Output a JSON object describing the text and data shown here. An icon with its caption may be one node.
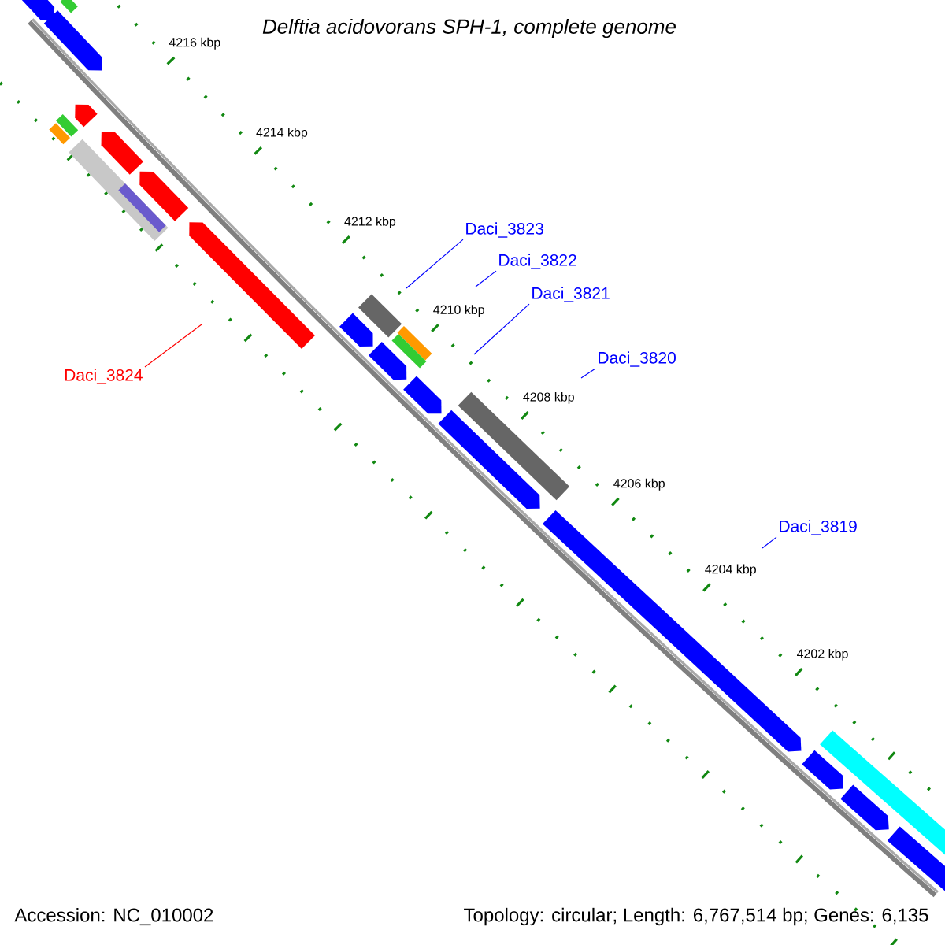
{
  "diagram": {
    "title": "Delftia acidovorans SPH-1, complete genome",
    "nodes": [
      {
        "text": [
          "Daci_3823"
        ]
      },
      {
        "text": [
          "Daci_3822"
        ]
      },
      {
        "text": [
          "Daci_3821"
        ]
      },
      {
        "text": [
          "Daci_3820"
        ]
      },
      {
        "text": [
          "Daci_3824"
        ]
      },
      {
        "text": [
          "Daci_3819"
        ]
      }
    ],
    "edges": [
      {
        "from": 0,
        "to": null,
        "arrow": "none"
      },
      {
        "from": 1,
        "to": null,
        "arrow": "none"
      },
      {
        "from": 2,
        "to": null,
        "arrow": "none"
      },
      {
        "from": 3,
        "to": null,
        "arrow": "none"
      },
      {
        "from": 4,
        "to": null,
        "arrow": "none",
        "color": "#ff0000"
      },
      {
        "from": 5,
        "to": null,
        "arrow": "none"
      }
    ],
    "labels": [
      "4216 kbp",
      "4214 kbp",
      "4212 kbp",
      "4210 kbp",
      "4208 kbp",
      "4206 kbp",
      "4204 kbp",
      "4202 kbp",
      "Accession: NC_010002",
      "Topology: circular; Length: 6,767,514 bp; Genes: 6,135"
    ]
  }
}
